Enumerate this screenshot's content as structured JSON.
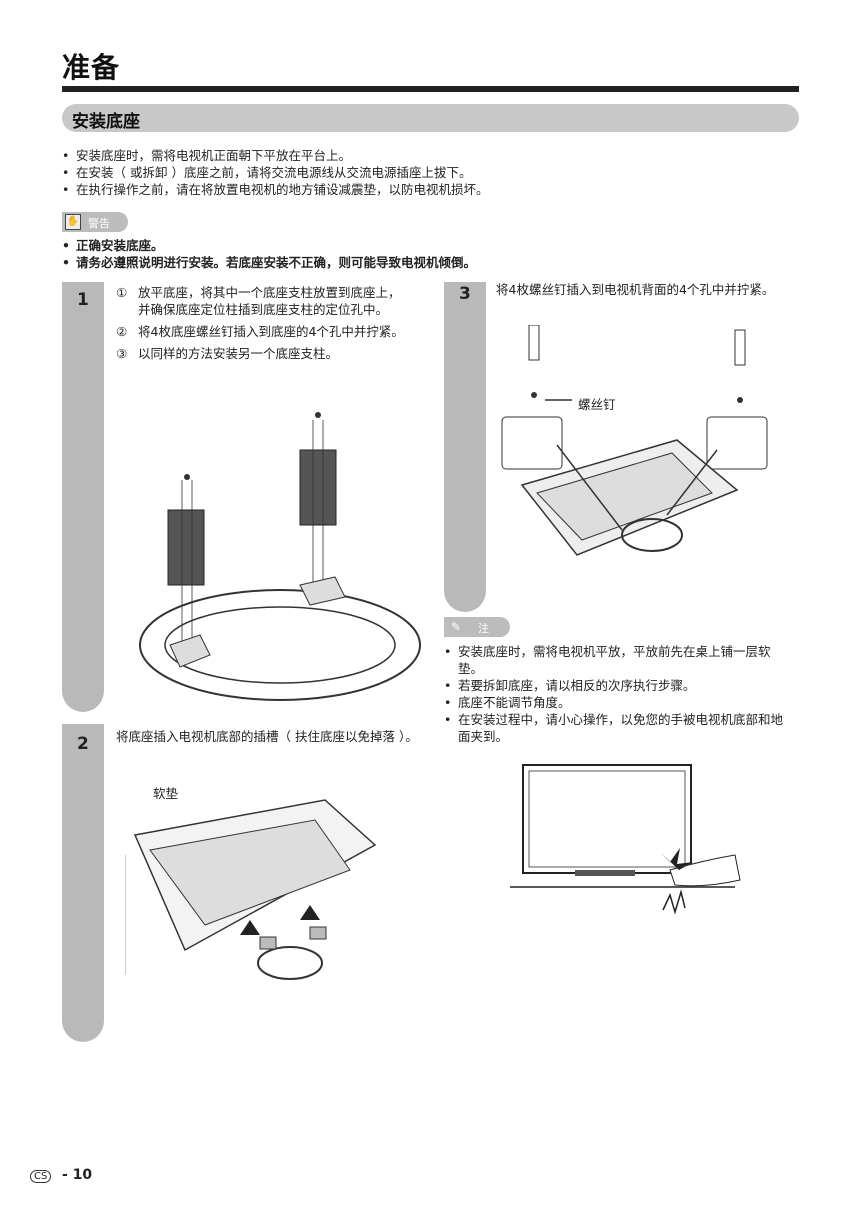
{
  "page": {
    "title": "准备",
    "section_title": "安装底座"
  },
  "intro_bullets": [
    "安装底座时，需将电视机正面朝下平放在平台上。",
    "在安装（ 或拆卸 ）底座之前，请将交流电源线从交流电源插座上拔下。",
    "在执行操作之前，请在将放置电视机的地方铺设减震垫，以防电视机损坏。"
  ],
  "warning": {
    "label": "警告",
    "items": [
      "正确安装底座。",
      "请务必遵照说明进行安装。若底座安装不正确，则可能导致电视机倾倒。"
    ]
  },
  "steps": {
    "step1": {
      "num": "1",
      "items": [
        {
          "mark": "①",
          "text": "放平底座，将其中一个底座支柱放置到底座上，并确保底座定位柱插到底座支柱的定位孔中。"
        },
        {
          "mark": "②",
          "text": "将4枚底座螺丝钉插入到底座的4个孔中并拧紧。"
        },
        {
          "mark": "③",
          "text": "以同样的方法安装另一个底座支柱。"
        }
      ]
    },
    "step2": {
      "num": "2",
      "text": "将底座插入电视机底部的插槽（ 扶住底座以免掉落 ）。",
      "callout": "软垫"
    },
    "step3": {
      "num": "3",
      "text": "将4枚螺丝钉插入到电视机背面的4个孔中并拧紧。",
      "callout": "螺丝钉"
    }
  },
  "note": {
    "label": "注",
    "items": [
      "安装底座时，需将电视机平放，平放前先在桌上铺一层软垫。",
      "若要拆卸底座，请以相反的次序执行步骤。",
      "底座不能调节角度。",
      "在安装过程中，请小心操作，以免您的手被电视机底部和地面夹到。"
    ]
  },
  "footer": {
    "badge": "CS",
    "page_number": "- 10"
  }
}
